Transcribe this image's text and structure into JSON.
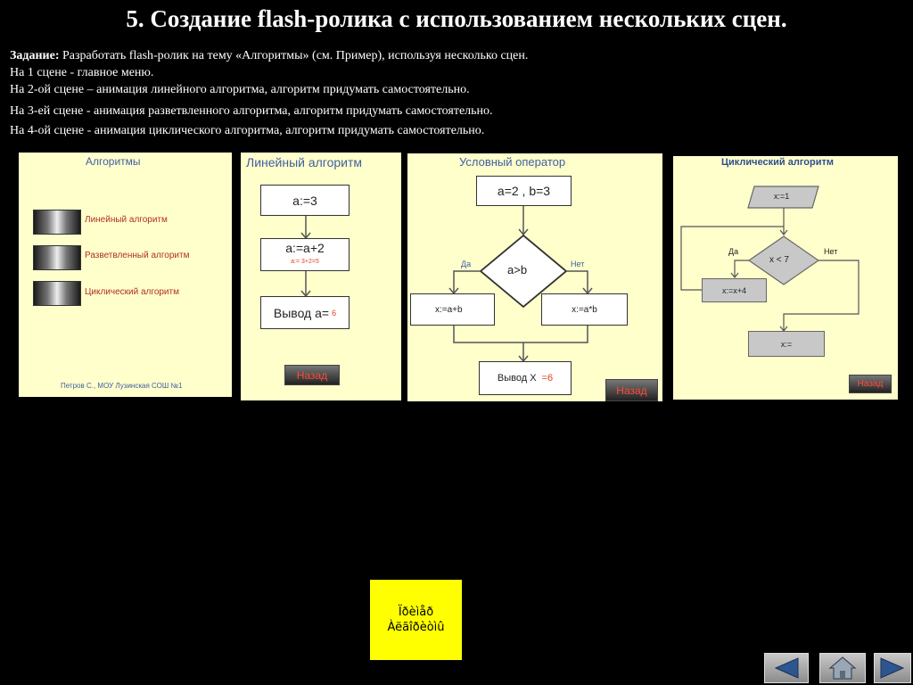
{
  "slide": {
    "title": "5. Создание flash-ролика с использованием нескольких сцен.",
    "task_label": "Задание:",
    "task_text": " Разработать flash-ролик на тему «Алгоритмы» (см. Пример), используя несколько сцен.",
    "lines": [
      "На 1 сцене  - главное меню.",
      "На 2-ой сцене – анимация линейного алгоритма, алгоритм придумать самостоятельно.",
      "На 3-ей сцене - анимация разветвленного алгоритма, алгоритм придумать самостоятельно.",
      "На 4-ой сцене - анимация циклического алгоритма, алгоритм придумать самостоятельно."
    ]
  },
  "scene1": {
    "title": "Алгоритмы",
    "items": [
      "Линейный алгоритм",
      "Разветвленный алгоритм",
      "Циклический алгоритм"
    ],
    "footer": "Петров С., МОУ Лузинская СОШ №1"
  },
  "scene2": {
    "title": "Линейный алгоритм",
    "box1": "a:=3",
    "box2": "a:=a+2",
    "box2_sub": "a:= 3+2=5",
    "box3": "Вывод a=",
    "box3_val": "6",
    "back": "Назад"
  },
  "scene3": {
    "title": "Условный оператор",
    "box1": "a=2 ,  b=3",
    "cond": "a>b",
    "yes": "Да",
    "no": "Нет",
    "left_box": "x:=a+b",
    "right_box": "x:=a*b",
    "out_label": "Вывод X",
    "out_val": "=6",
    "back": "Назад"
  },
  "scene4": {
    "title": "Циклический алгоритм",
    "box1": "x:=1",
    "cond": "x < 7",
    "yes": "Да",
    "no": "Нет",
    "loop_box": "x:=x+4",
    "out_box": "x:=",
    "back": "Назад"
  },
  "yellow_box": {
    "line1": "Ïðèìåð",
    "line2": "Àëãîðèòìû"
  },
  "nav": {
    "prev": "arrow-left-icon",
    "home": "home-icon",
    "next": "arrow-right-icon"
  }
}
